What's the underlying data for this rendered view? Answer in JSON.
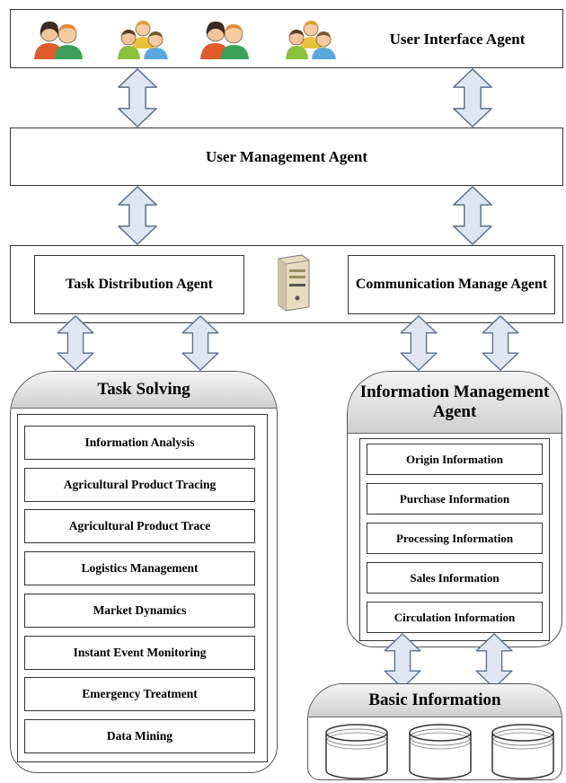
{
  "layer1": {
    "label": "User Interface Agent",
    "icons": [
      "users-pair-icon",
      "users-group-icon",
      "users-pair-icon",
      "users-group-icon"
    ]
  },
  "layer2": {
    "label": "User Management Agent"
  },
  "layer3": {
    "task_distribution": "Task Distribution Agent",
    "communication": "Communication Manage Agent",
    "server_icon": "server-icon"
  },
  "task_solving": {
    "title": "Task Solving",
    "items": [
      "Information Analysis",
      "Agricultural Product Tracing",
      "Agricultural Product Trace",
      "Logistics Management",
      "Market Dynamics",
      "Instant Event Monitoring",
      "Emergency Treatment",
      "Data Mining"
    ]
  },
  "info_mgmt": {
    "title": "Information Management Agent",
    "items": [
      "Origin Information",
      "Purchase Information",
      "Processing Information",
      "Sales Information",
      "Circulation Information"
    ]
  },
  "basic_info": {
    "title": "Basic Information",
    "icon": "database-icon"
  },
  "colors": {
    "arrow_fill": "#dfe6f2",
    "arrow_stroke": "#5a6f8f",
    "header_gradient": "#cfcfcf"
  }
}
